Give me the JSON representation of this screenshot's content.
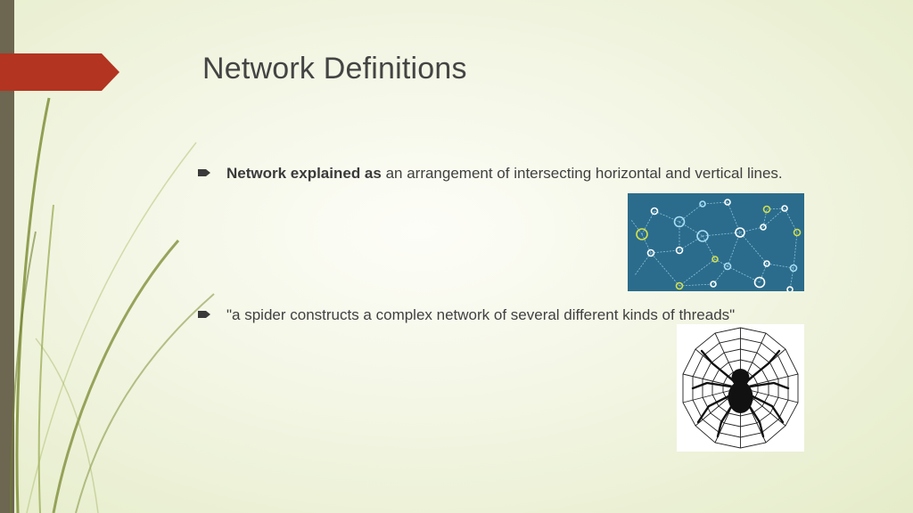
{
  "slide": {
    "title": "Network Definitions",
    "bullet1": {
      "bold": "Network  explained as",
      "rest": " an arrangement of intersecting horizontal and vertical lines."
    },
    "bullet2": {
      "text": "\"a spider constructs a complex network of several different kinds of threads\""
    }
  },
  "images": {
    "network": "network-graph-image",
    "spider": "spider-web-image"
  },
  "colors": {
    "accent": "#b33420",
    "left_bar": "#6d6650",
    "network_bg": "#2b6c8c",
    "grass": "#8a9a3c"
  }
}
